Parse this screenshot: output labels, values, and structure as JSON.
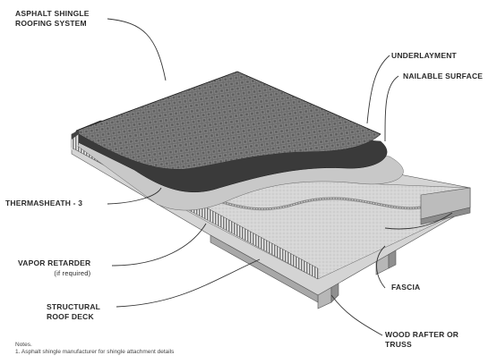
{
  "labels": {
    "asphalt_line1": "ASPHALT SHINGLE",
    "asphalt_line2": "ROOFING SYSTEM",
    "underlayment": "UNDERLAYMENT",
    "nailable_surface": "NAILABLE SURFACE",
    "thermasheath": "THERMASHEATH - 3",
    "vapor_retarder": "VAPOR RETARDER",
    "vapor_retarder_note": "(if required)",
    "structural_line1": "STRUCTURAL",
    "structural_line2": "ROOF DECK",
    "fascia": "FASCIA",
    "wood_line1": "WOOD RAFTER OR",
    "wood_line2": "TRUSS"
  },
  "notes": {
    "title": "Notes.",
    "line1": "1. Asphalt shingle manufacturer for shingle attachment details"
  },
  "colors": {
    "shingle": "#5a5a5a",
    "underlayment": "#3a3a3a",
    "nailable": "#c8c8c8",
    "insulation": "#e0e0e0",
    "deck": "#cfcfcf",
    "leader": "#333333"
  }
}
